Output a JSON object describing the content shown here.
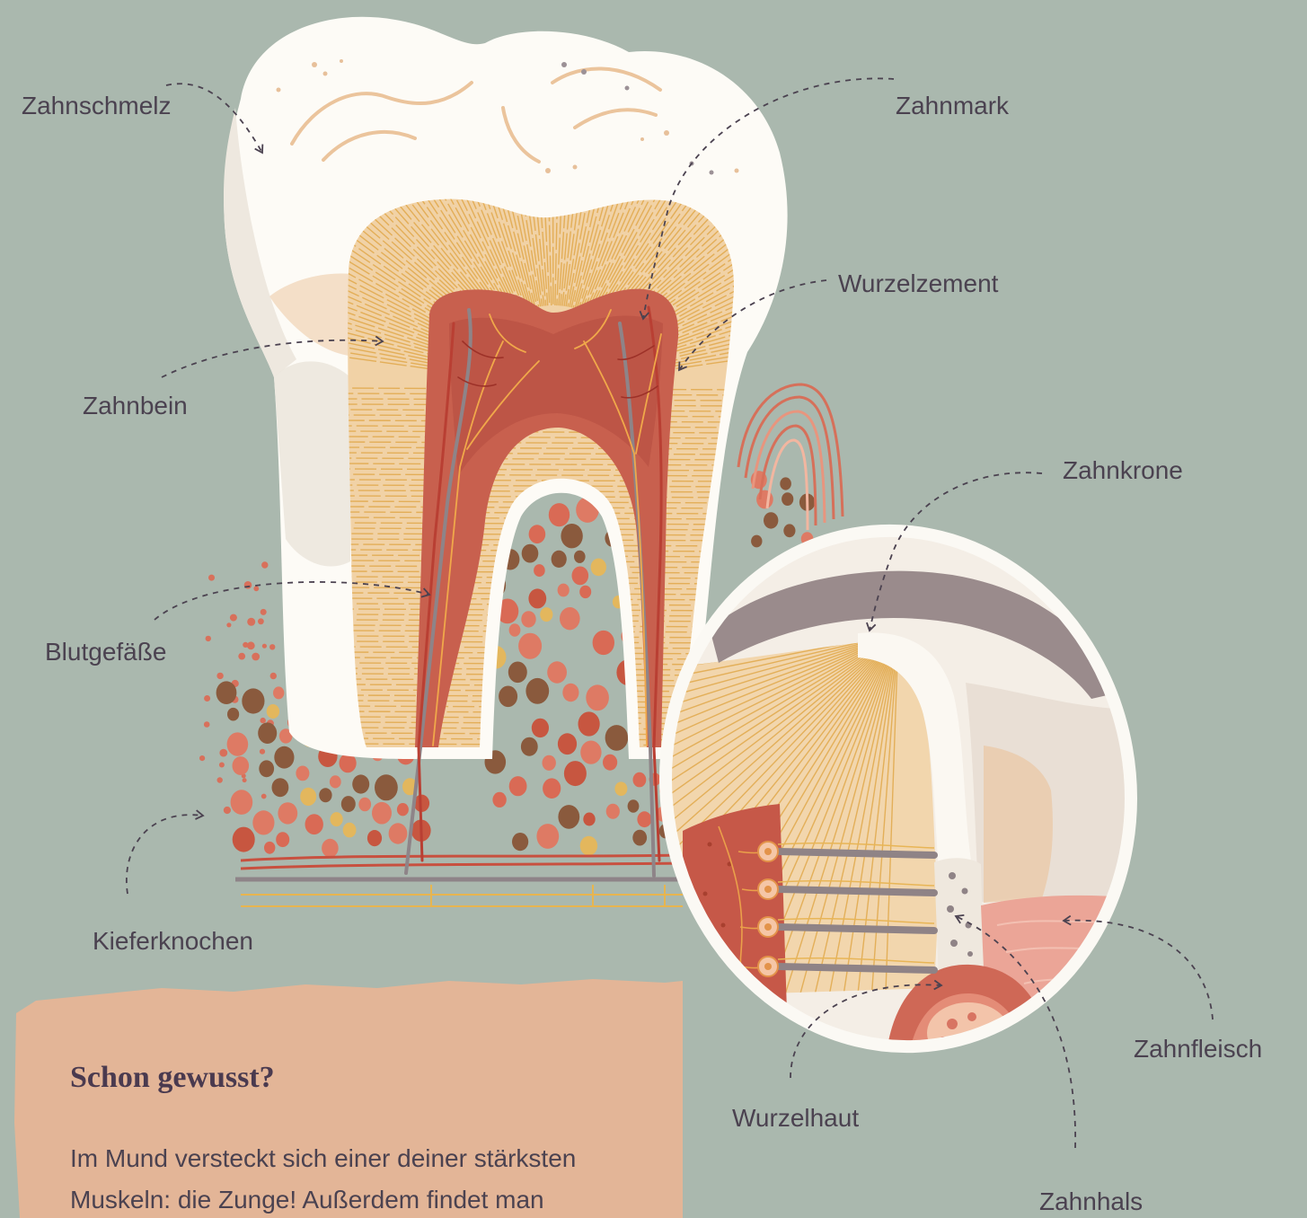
{
  "labels": {
    "zahnschmelz": "Zahnschmelz",
    "zahnmark": "Zahnmark",
    "wurzelzement": "Wurzelzement",
    "zahnbein": "Zahnbein",
    "zahnkrone": "Zahnkrone",
    "blutgefaesse": "Blutgefäße",
    "kieferknochen": "Kieferknochen",
    "zahnfleisch": "Zahnfleisch",
    "wurzelhaut": "Wurzelhaut",
    "zahnhals": "Zahnhals"
  },
  "info_box": {
    "title": "Schon gewusst?",
    "body_lines": [
      "Im Mund versteckt sich einer deiner stärksten",
      "Muskeln: die Zunge! Außerdem findet man"
    ]
  },
  "colors": {
    "background": "#aab8ae",
    "enamel": "#fdfbf6",
    "dentin": "#f1d2a6",
    "dentin_lines": "#e0a84a",
    "pulp": "#c8604e",
    "gum": "#eba597",
    "bone": "#cf6856",
    "info_box": "#e3b597",
    "text": "#4b4250",
    "title": "#4a3a4f"
  }
}
